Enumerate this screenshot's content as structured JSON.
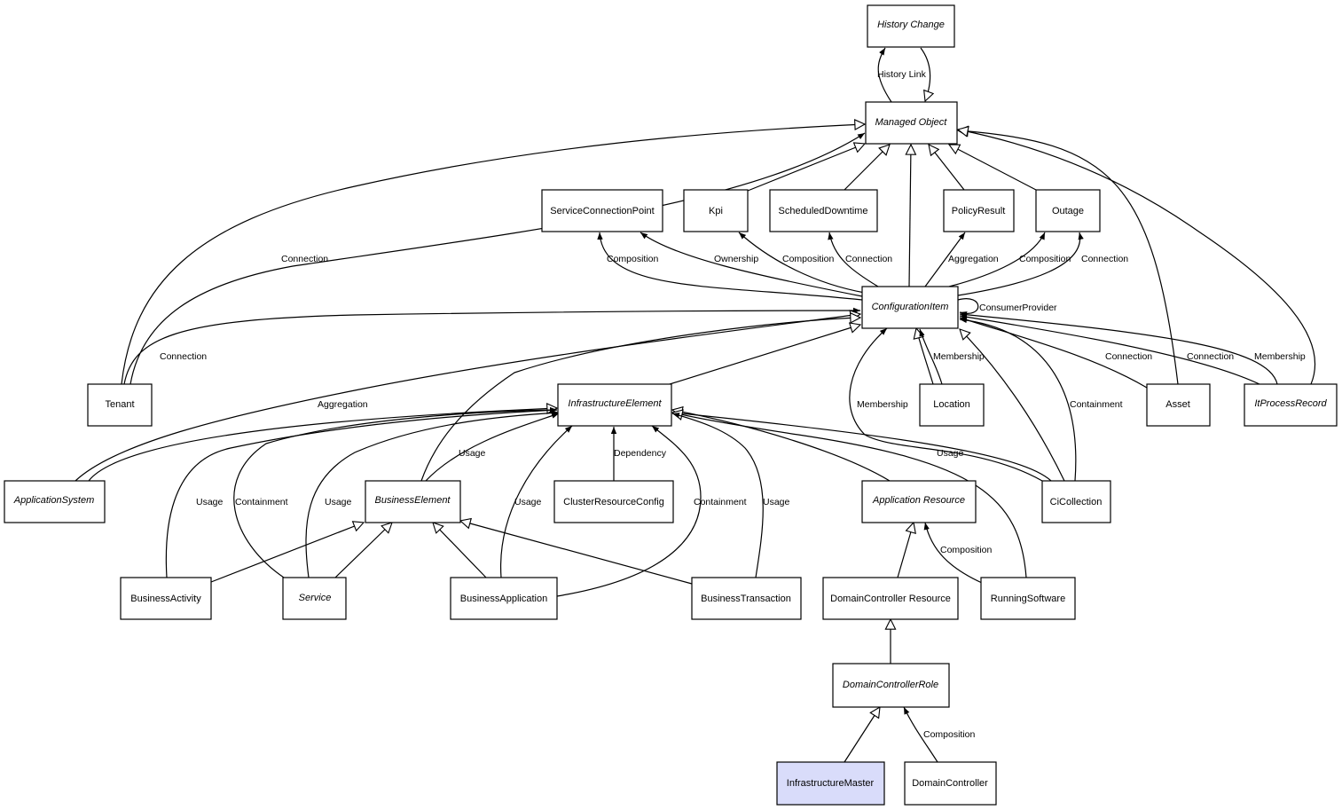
{
  "nodes": {
    "history_change": {
      "label": "History Change",
      "italic": true
    },
    "managed_object": {
      "label": "Managed Object",
      "italic": true
    },
    "service_connection_point": {
      "label": "ServiceConnectionPoint",
      "italic": false
    },
    "kpi": {
      "label": "Kpi",
      "italic": false
    },
    "scheduled_downtime": {
      "label": "ScheduledDowntime",
      "italic": false
    },
    "policy_result": {
      "label": "PolicyResult",
      "italic": false
    },
    "outage": {
      "label": "Outage",
      "italic": false
    },
    "configuration_item": {
      "label": "ConfigurationItem",
      "italic": true
    },
    "tenant": {
      "label": "Tenant",
      "italic": false
    },
    "infrastructure_element": {
      "label": "InfrastructureElement",
      "italic": true
    },
    "location": {
      "label": "Location",
      "italic": false
    },
    "asset": {
      "label": "Asset",
      "italic": false
    },
    "it_process_record": {
      "label": "ItProcessRecord",
      "italic": true
    },
    "application_system": {
      "label": "ApplicationSystem",
      "italic": true
    },
    "business_element": {
      "label": "BusinessElement",
      "italic": true
    },
    "cluster_resource_config": {
      "label": "ClusterResourceConfig",
      "italic": false
    },
    "application_resource": {
      "label": "Application Resource",
      "italic": true
    },
    "ci_collection": {
      "label": "CiCollection",
      "italic": false
    },
    "business_activity": {
      "label": "BusinessActivity",
      "italic": false
    },
    "service": {
      "label": "Service",
      "italic": true
    },
    "business_application": {
      "label": "BusinessApplication",
      "italic": false
    },
    "business_transaction": {
      "label": "BusinessTransaction",
      "italic": false
    },
    "domain_controller_resource": {
      "label": "DomainController Resource",
      "italic": false
    },
    "running_software": {
      "label": "RunningSoftware",
      "italic": false
    },
    "domain_controller_role": {
      "label": "DomainControllerRole",
      "italic": true
    },
    "infrastructure_master": {
      "label": "InfrastructureMaster",
      "italic": false,
      "highlighted": true
    },
    "domain_controller": {
      "label": "DomainController",
      "italic": false
    }
  },
  "edge_labels": {
    "history_link": "History Link",
    "tenant_mo_connection": "Connection",
    "sc_composition": "Composition",
    "kpi_ownership": "Ownership",
    "sd_composition": "Composition",
    "sd_connection": "Connection",
    "pr_aggregation": "Aggregation",
    "outage_composition": "Composition",
    "outage_connection": "Connection",
    "consumer_provider": "ConsumerProvider",
    "tenant_ci_connection": "Connection",
    "location_membership": "Membership",
    "asset_connection": "Connection",
    "itpr_connection": "Connection",
    "itpr_membership": "Membership",
    "appsys_aggregation": "Aggregation",
    "coll_membership": "Membership",
    "coll_containment": "Containment",
    "be_usage": "Usage",
    "crc_dependency": "Dependency",
    "coll_usage": "Usage",
    "ba_usage": "Usage",
    "svc_containment": "Containment",
    "svc_usage": "Usage",
    "bapp_usage": "Usage",
    "bapp_containment": "Containment",
    "bt_usage": "Usage",
    "rs_composition": "Composition",
    "dc_composition": "Composition"
  }
}
